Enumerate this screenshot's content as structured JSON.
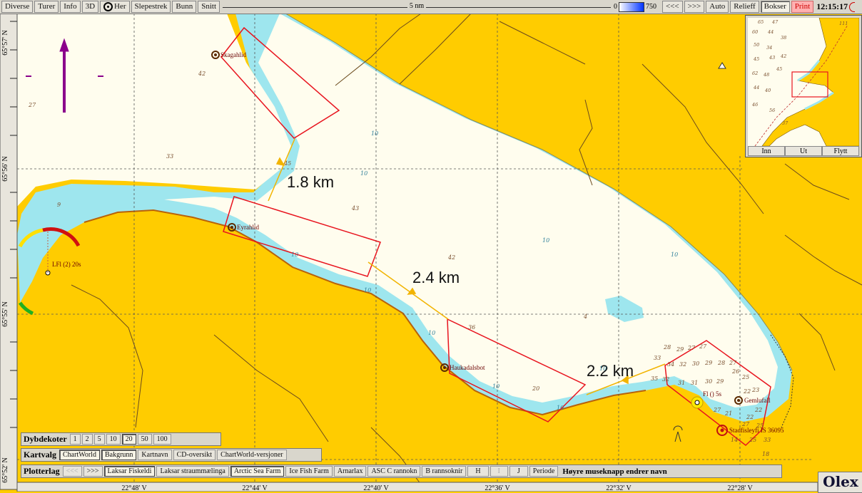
{
  "toolbar": {
    "buttons": [
      "Diverse",
      "Turer",
      "Info",
      "3D"
    ],
    "her_label": "Her",
    "buttons2": [
      "Slepestrek",
      "Bunn",
      "Snitt"
    ],
    "scale_label": "5 nm",
    "depth_min": "0",
    "depth_max": "750",
    "nav_buttons": [
      "<<<",
      ">>>",
      "Auto",
      "Relieff"
    ],
    "bokser": "Bokser",
    "print": "Print",
    "time": "12:15:17"
  },
  "colors": {
    "land": "#FFCC00",
    "shallow_water": "#9EE6EE",
    "deep_water": "#FFFDEE",
    "farm_box": "#E8141E",
    "route": "#F2B400",
    "north_arrow": "#8B008B",
    "coastline": "#B8620A"
  },
  "sites": [
    {
      "name": "Skagahlid"
    },
    {
      "name": "Eyrahlid"
    },
    {
      "name": "Haukadalsbot"
    },
    {
      "name": "Gemlufall"
    },
    {
      "name": "Stadfisleyfi IS 36095"
    }
  ],
  "light_labels": {
    "left": "LFl (2) 20s",
    "right": "Fl () 5s"
  },
  "distances": [
    {
      "label": "1.8 km"
    },
    {
      "label": "2.4 km"
    },
    {
      "label": "2.2 km"
    }
  ],
  "depths": [
    "42",
    "27",
    "33",
    "45",
    "43",
    "42",
    "36",
    "20",
    "4",
    "10",
    "10",
    "10",
    "10",
    "10",
    "10",
    "10",
    "10",
    "10",
    "10",
    "9",
    "28",
    "29",
    "27",
    "27",
    "33",
    "34",
    "32",
    "30",
    "29",
    "28",
    "27",
    "35",
    "32",
    "31",
    "31",
    "30",
    "29",
    "26",
    "25",
    "22",
    "23",
    "22",
    "22",
    "21",
    "27",
    "14",
    "25",
    "33",
    "18",
    "27",
    "25"
  ],
  "lat_labels": [
    "65°57' N",
    "65°56' N",
    "65°55' N",
    "65°52' N"
  ],
  "lon_labels": [
    "22°48' V",
    "22°44' V",
    "22°40' V",
    "22°36' V",
    "22°32' V",
    "22°28' V"
  ],
  "inset": {
    "buttons": [
      "Inn",
      "Ut",
      "Flytt"
    ],
    "depths": [
      "65",
      "47",
      "111",
      "60",
      "44",
      "38",
      "50",
      "34",
      "45",
      "43",
      "42",
      "62",
      "48",
      "45",
      "44",
      "40",
      "46",
      "56",
      "37"
    ]
  },
  "panels": {
    "dybdekoter": {
      "title": "Dybdekoter",
      "options": [
        "1",
        "2",
        "5",
        "10",
        "20",
        "50",
        "100"
      ],
      "selected": "20"
    },
    "kartvalg": {
      "title": "Kartvalg",
      "options": [
        "ChartWorld",
        "Bakgrunn",
        "Kartnavn",
        "CD-oversikt",
        "ChartWorld-versjoner"
      ]
    },
    "plotterlag": {
      "title": "Plotterlag",
      "options": [
        "<<<",
        ">>>",
        "Laksar Fiskeldi",
        "Laksar straummælinga",
        "Arctic Sea Farm",
        "Ice Fish Farm",
        "Arnarlax",
        "ASC C rannokn",
        "B rannsoknir",
        "H",
        "I",
        "J",
        "Periode"
      ],
      "hint": "Høyre museknapp endrer navn"
    }
  },
  "brand": "Olex"
}
